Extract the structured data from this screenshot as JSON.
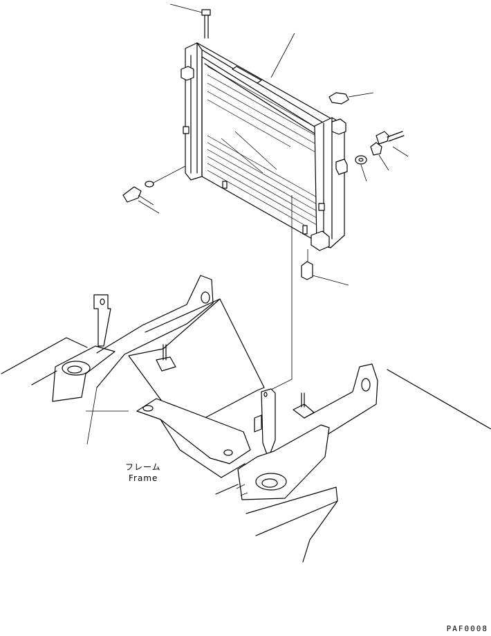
{
  "labels": {
    "frame_jp": "フレーム",
    "frame_en": "Frame"
  },
  "drawing_code": "PAF0008"
}
